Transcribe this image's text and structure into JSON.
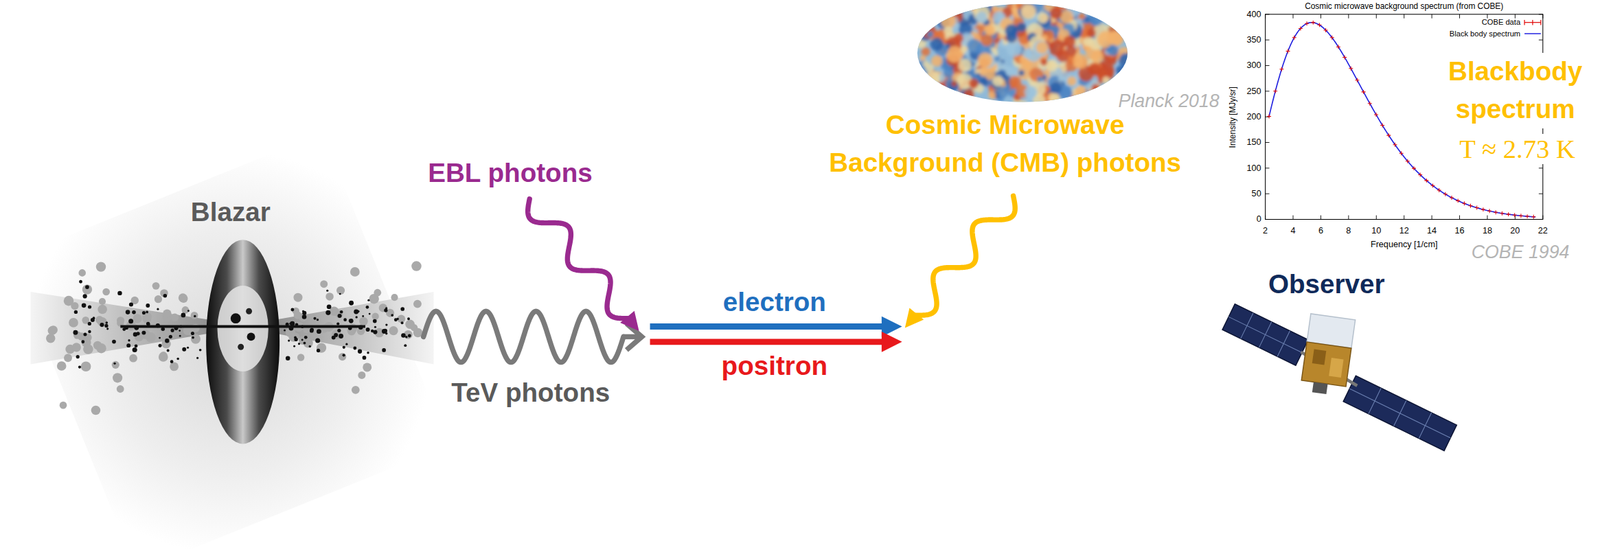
{
  "diagram": {
    "labels": [
      "Cosmic microwave background spectrum (from COBE)",
      "400",
      "350",
      "300",
      "250",
      "200",
      "150",
      "100",
      "50",
      "0",
      "2",
      "4",
      "6",
      "8",
      "10",
      "12",
      "14",
      "16",
      "18",
      "20",
      "22",
      "Intensity [MJy/sr]",
      "Frequency [1/cm]",
      "Planck 2018",
      "Cosmic Microwave Background (CMB) photons",
      "Blackbody spectrum",
      "T ≈ 2.73 K",
      "COBE 1994",
      "Observer",
      "EBL photons",
      "Blazar",
      "electron",
      "positron",
      "TeV photons"
    ],
    "legend": [
      {
        "text": "COBE data"
      },
      {
        "text": "Black body spectrum"
      }
    ]
  }
}
